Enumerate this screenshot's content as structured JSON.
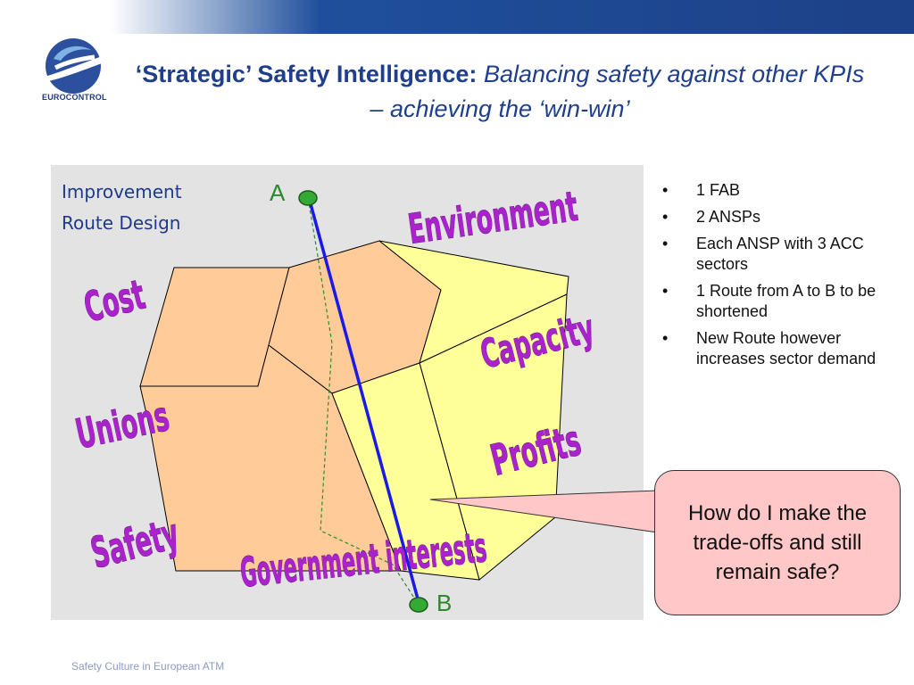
{
  "header": {
    "logo_text": "EUROCONTROL",
    "title_strong": "‘Strategic’ Safety Intelligence: ",
    "title_em": "Balancing safety against other KPIs – achieving the ‘win-win’"
  },
  "diagram": {
    "caption_line1": "Improvement",
    "caption_line2": "Route Design",
    "point_a": "A",
    "point_b": "B",
    "kpi_labels": {
      "environment": "Environment",
      "cost": "Cost",
      "capacity": "Capacity",
      "unions": "Unions",
      "profits": "Profits",
      "safety": "Safety",
      "government_interests": "Government interests"
    }
  },
  "bullets": [
    "1 FAB",
    "2 ANSPs",
    "Each ANSP with 3 ACC sectors",
    "1 Route from A to B to be shortened",
    "New Route however increases sector demand"
  ],
  "bullet_glyph": "•",
  "callout": "How do I make the trade-offs and still remain safe?",
  "footer": "Safety Culture in European ATM",
  "colors": {
    "brand_blue": "#1f3f8c",
    "sector_orange": "#ffcc99",
    "sector_yellow": "#ffff99",
    "route_blue": "#1a1ae6",
    "point_green": "#33aa33",
    "kpi_purple": "#aa22cc",
    "callout_pink": "#ffc7c7"
  }
}
